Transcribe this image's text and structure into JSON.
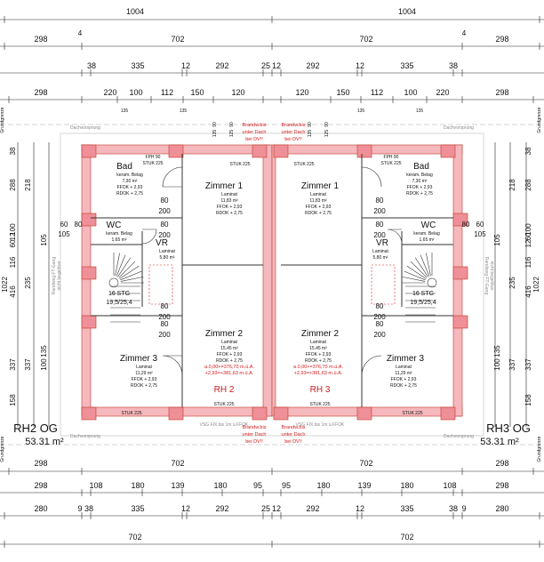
{
  "dims": {
    "row1_left_total": "1004",
    "row1_right_total": "1004",
    "row2_left": [
      "298",
      "702"
    ],
    "row2_right": [
      "702",
      "298"
    ],
    "row2_marks": [
      "4",
      "4"
    ],
    "row3_left": [
      "38",
      "335",
      "12",
      "292",
      "25"
    ],
    "row3_right": [
      "12",
      "292",
      "12",
      "335",
      "38"
    ],
    "row4_left": [
      "220",
      "100",
      "112",
      "150",
      "120"
    ],
    "row4_right": [
      "120",
      "150",
      "112",
      "100",
      "220"
    ],
    "row4_sub": [
      "135",
      "135",
      "135",
      "135"
    ],
    "bottom1_left": [
      "298",
      "702"
    ],
    "bottom1_right": [
      "702",
      "298"
    ],
    "bottom2_left": [
      "108",
      "180",
      "139",
      "180",
      "95"
    ],
    "bottom2_right": [
      "95",
      "180",
      "139",
      "180",
      "108"
    ],
    "bottom3_left": [
      "280",
      "9",
      "38",
      "335",
      "12",
      "292",
      "25"
    ],
    "bottom3_right": [
      "12",
      "292",
      "12",
      "335",
      "38",
      "9",
      "280"
    ],
    "bottom4_left": "702",
    "bottom4_right": "702",
    "left_vertical": [
      "38",
      "288",
      "100",
      "12",
      "60",
      "116",
      "416",
      "337",
      "158",
      "1022",
      "218",
      "235",
      "337",
      "135",
      "100",
      "105"
    ],
    "right_vertical": [
      "38",
      "288",
      "100",
      "60",
      "12",
      "116",
      "416",
      "337",
      "158",
      "1022",
      "218",
      "235",
      "337",
      "135",
      "100",
      "105"
    ],
    "small_marks": [
      "60",
      "80",
      "200",
      "60",
      "105",
      "80",
      "200",
      "80",
      "200",
      "80",
      "200",
      "90",
      "135",
      "90",
      "125"
    ]
  },
  "units": [
    {
      "label": "RH2 OG",
      "area": "53.31 m²",
      "tag": "RH 2",
      "rooms": [
        {
          "name": "Bad",
          "info": [
            "keram. Belag",
            "7,30 m²",
            "FFOK + 2,93",
            "RDOK + 2,75"
          ]
        },
        {
          "name": "WC",
          "info": [
            "keram. Belag",
            "1,65 m²"
          ]
        },
        {
          "name": "VR",
          "info": [
            "Laminat",
            "5,80 m²"
          ]
        },
        {
          "name": "Zimmer 1",
          "info": [
            "Laminat",
            "11,83 m²",
            "FFOK + 2,93",
            "RDOK + 2,75"
          ]
        },
        {
          "name": "Zimmer 2",
          "info": [
            "Laminat",
            "15,45 m²",
            "FFOK + 2,93",
            "RDOK + 2,75",
            "a.0,00+=376,70 m.ü.A.",
            "+2,93=+381,63 m.ü.A."
          ]
        },
        {
          "name": "Zimmer 3",
          "info": [
            "Laminat",
            "11,29 m²",
            "FFOK + 2,93",
            "RDOK + 2,75"
          ]
        }
      ],
      "stair": "16 STG\n19,5/25,4"
    },
    {
      "label": "RH3 OG",
      "area": "53.31 m²",
      "tag": "RH 3",
      "rooms": [
        {
          "name": "Bad",
          "info": [
            "keram. Belag",
            "7,30 m²",
            "FFOK + 2,93",
            "RDOK + 2,75"
          ]
        },
        {
          "name": "WC",
          "info": [
            "keram. Belag",
            "1,65 m²"
          ]
        },
        {
          "name": "VR",
          "info": [
            "Laminat",
            "5,80 m²"
          ]
        },
        {
          "name": "Zimmer 1",
          "info": [
            "Laminat",
            "11,83 m²",
            "FFOK + 2,93",
            "RDOK + 2,75"
          ]
        },
        {
          "name": "Zimmer 2",
          "info": [
            "Laminat",
            "15,45 m²",
            "FFOK + 2,93",
            "RDOK + 2,75",
            "a.0,00+=376,70 m.ü.A.",
            "+2,93=+381,63 m.ü.A."
          ]
        },
        {
          "name": "Zimmer 3",
          "info": [
            "Laminat",
            "11,29 m²",
            "FFOK + 2,93",
            "RDOK + 2,75"
          ]
        }
      ],
      "stair": "16 STG\n19,5/25,4"
    }
  ],
  "notes": {
    "brandwand": [
      "Brandw.bis",
      "unter Dach",
      "bei DV!!"
    ],
    "stuk_top": "STUK 225",
    "stuk_bottom": "STUK 225",
    "fph_top": "FPH 90",
    "fph_stuk": "STUK 225",
    "fph_side": "FPH 90 STUK 225",
    "dachvorsprung": "Dachvorsprung",
    "grundgrenze": "Grundgrenze",
    "vsg": "VSG FIX bis 1m ü.FFOK",
    "randweg": "Randweg FT-Gang\nnicht begehbar"
  }
}
